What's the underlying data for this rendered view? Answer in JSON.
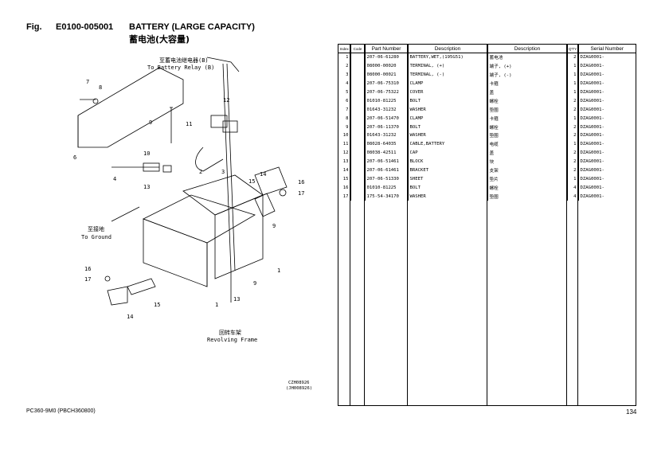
{
  "header": {
    "fig_label": "Fig.",
    "fig_code": "E0100-005001",
    "title": "BATTERY (LARGE CAPACITY)",
    "subtitle": "蓄电池(大容量)"
  },
  "drawing": {
    "to_battery_relay_cn": "至蓄电池继电器(B)",
    "to_battery_relay": "To Battery Relay (B)",
    "to_ground_cn": "至接地",
    "to_ground": "To Ground",
    "revolving_frame_cn": "回转车架",
    "revolving_frame": "Revolving Frame",
    "drawing_no": "CZH08926",
    "drawing_no_alt": "(JH008926)",
    "callouts": [
      "1",
      "1",
      "2",
      "3",
      "4",
      "5",
      "6",
      "7",
      "8",
      "9",
      "9",
      "10",
      "11",
      "12",
      "13",
      "13",
      "14",
      "14",
      "15",
      "15",
      "16",
      "16",
      "17",
      "17"
    ]
  },
  "table": {
    "headers": [
      "Index",
      "Code",
      "Part Number",
      "Description",
      "Description",
      "Q'TY",
      "Serial Number"
    ],
    "rows": [
      [
        "1",
        "",
        "207-06-61280",
        "BATTERY,WET,(195G51)",
        "蓄电池",
        "2",
        "DZAG0001-"
      ],
      [
        "2",
        "",
        "08000-00020",
        "TERMINAL, (+)",
        "端子, (+)",
        "1",
        "DZAG0001-"
      ],
      [
        "3",
        "",
        "08000-00021",
        "TERMINAL, (-)",
        "端子, (-)",
        "1",
        "DZAG0001-"
      ],
      [
        "4",
        "",
        "207-06-75310",
        "CLAMP",
        "卡箍",
        "1",
        "DZAG0001-"
      ],
      [
        "5",
        "",
        "207-06-75322",
        "COVER",
        "盖",
        "1",
        "DZAG0001-"
      ],
      [
        "6",
        "",
        "01010-81225",
        "BOLT",
        "螺栓",
        "2",
        "DZAG0001-"
      ],
      [
        "7",
        "",
        "01643-31232",
        "WASHER",
        "垫圈",
        "2",
        "DZAG0001-"
      ],
      [
        "8",
        "",
        "207-06-51470",
        "CLAMP",
        "卡箍",
        "1",
        "DZAG0001-"
      ],
      [
        "9",
        "",
        "207-06-11370",
        "BOLT",
        "螺栓",
        "2",
        "DZAG0001-"
      ],
      [
        "10",
        "",
        "01643-31232",
        "WASHER",
        "垫圈",
        "2",
        "DZAG0001-"
      ],
      [
        "11",
        "",
        "08028-64035",
        "CABLE,BATTERY",
        "电缆",
        "1",
        "DZAG0001-"
      ],
      [
        "12",
        "",
        "08038-42511",
        "CAP",
        "盖",
        "2",
        "DZAG0001-"
      ],
      [
        "13",
        "",
        "207-06-51461",
        "BLOCK",
        "块",
        "2",
        "DZAG0001-"
      ],
      [
        "14",
        "",
        "207-06-61461",
        "BRACKET",
        "支架",
        "2",
        "DZAG0001-"
      ],
      [
        "15",
        "",
        "207-06-51330",
        "SHEET",
        "垫片",
        "1",
        "DZAG0001-"
      ],
      [
        "16",
        "",
        "01010-81225",
        "BOLT",
        "螺栓",
        "4",
        "DZAG0001-"
      ],
      [
        "17",
        "",
        "175-54-34170",
        "WASHER",
        "垫圈",
        "4",
        "DZAG0001-"
      ]
    ]
  },
  "footer": {
    "model": "PC360-9M0 (PBCH360800)",
    "page": "134"
  }
}
